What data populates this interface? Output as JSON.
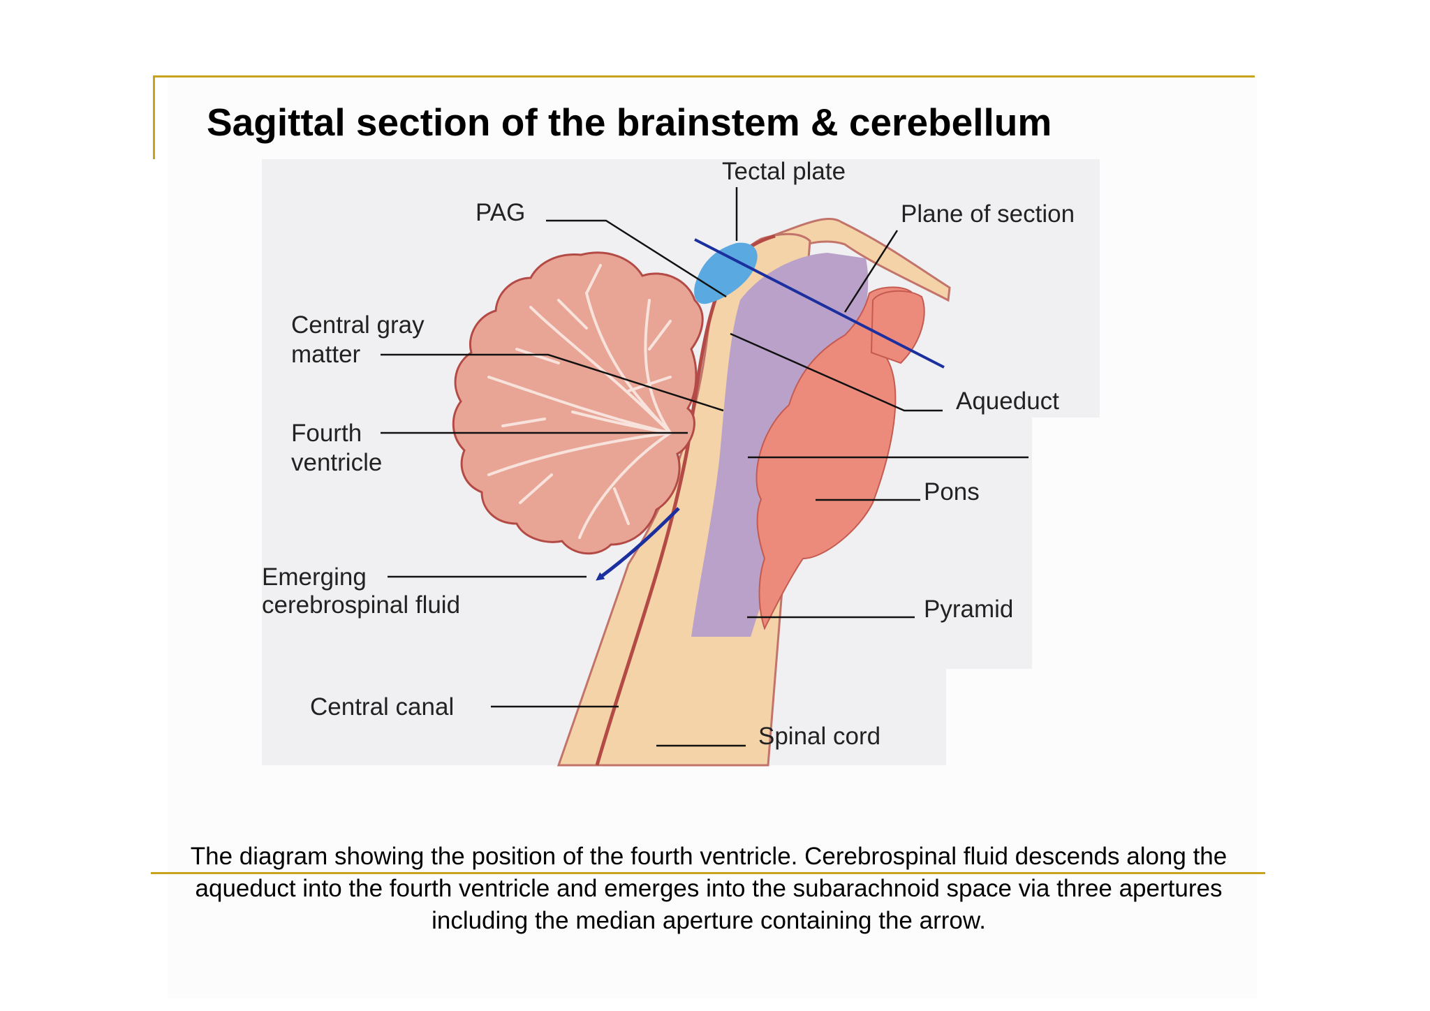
{
  "slide": {
    "title": "Sagittal section of the brainstem & cerebellum",
    "caption": "The diagram showing the position of the fourth ventricle. Cerebrospinal fluid descends along the aqueduct into the fourth ventricle and emerges into the subarachnoid space via three apertures including the median aperture containing the arrow."
  },
  "diagram": {
    "labels": {
      "tectal_plate": "Tectal plate",
      "pag": "PAG",
      "plane_of_section": "Plane of section",
      "central_gray_matter_1": "Central gray",
      "central_gray_matter_2": "matter",
      "aqueduct": "Aqueduct",
      "fourth_ventricle_1": "Fourth",
      "fourth_ventricle_2": "ventricle",
      "pons": "Pons",
      "emerging_csf_1": "Emerging",
      "emerging_csf_2": "cerebrospinal fluid",
      "pyramid": "Pyramid",
      "central_canal": "Central canal",
      "spinal_cord": "Spinal cord"
    }
  },
  "colors": {
    "accent_gold": "#c9a21e",
    "figure_background": "#f0f0f2",
    "cerebellum": "#e8a596",
    "pons": "#ec8a7c",
    "brainstem_purple": "#b9a1c9",
    "spinal_cord": "#f4d3a8",
    "tectal_plate_blue": "#5aa9e1",
    "plane_line_blue": "#1b2f9e"
  }
}
